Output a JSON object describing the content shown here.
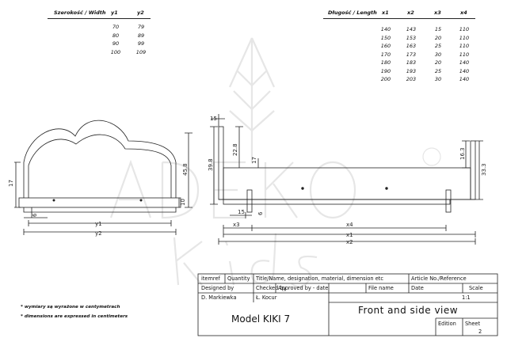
{
  "width_table": {
    "headers": [
      "Szerokość / Width",
      "y1",
      "y2"
    ],
    "y1": [
      "70",
      "80",
      "90",
      "100"
    ],
    "y2": [
      "79",
      "89",
      "99",
      "109"
    ]
  },
  "length_table": {
    "headers": [
      "Długość / Length",
      "x1",
      "x2",
      "x3",
      "x4"
    ],
    "x1": [
      "140",
      "150",
      "160",
      "170",
      "180",
      "190",
      "200"
    ],
    "x2": [
      "143",
      "153",
      "163",
      "173",
      "183",
      "193",
      "203"
    ],
    "x3": [
      "15",
      "20",
      "25",
      "30",
      "20",
      "25",
      "30"
    ],
    "x4": [
      "110",
      "110",
      "110",
      "110",
      "140",
      "140",
      "140"
    ]
  },
  "front_view": {
    "dims": {
      "left_17": "17",
      "height_45_8": "45.8",
      "right_10": "10",
      "bottom_6": "6",
      "y1": "y1",
      "y2": "y2"
    }
  },
  "side_view": {
    "dims": {
      "top_15": "15",
      "h_22_8": "22.8",
      "h_39_8": "39.8",
      "h_17": "17",
      "bottom_15": "15",
      "bottom_6": "6",
      "x3": "x3",
      "x4": "x4",
      "x1": "x1",
      "x2": "x2",
      "right_16_3": "16.3",
      "right_33_3": "33.3"
    }
  },
  "notes": {
    "line1": "* wymiary są wyrażone w centymetrach",
    "line2": "* dimensions are expressed in centimeters"
  },
  "title_block": {
    "itemref": "itemref",
    "quantity": "Quantity",
    "title_desc": "Title/Name, designation, material, dimension etc",
    "article": "Article No./Reference",
    "designed_by": "Designed by",
    "checked_by": "Checked by",
    "approved_by": "Approved by - date",
    "file_name": "File name",
    "date": "Date",
    "scale": "Scale",
    "designer": "D. Markiewka",
    "checker": "Ł. Kocur",
    "scale_value": "1:1",
    "model": "Model KIKI 7",
    "view_title": "Front and side view",
    "edition": "Edition",
    "sheet": "Sheet",
    "sheet_value": "2"
  }
}
